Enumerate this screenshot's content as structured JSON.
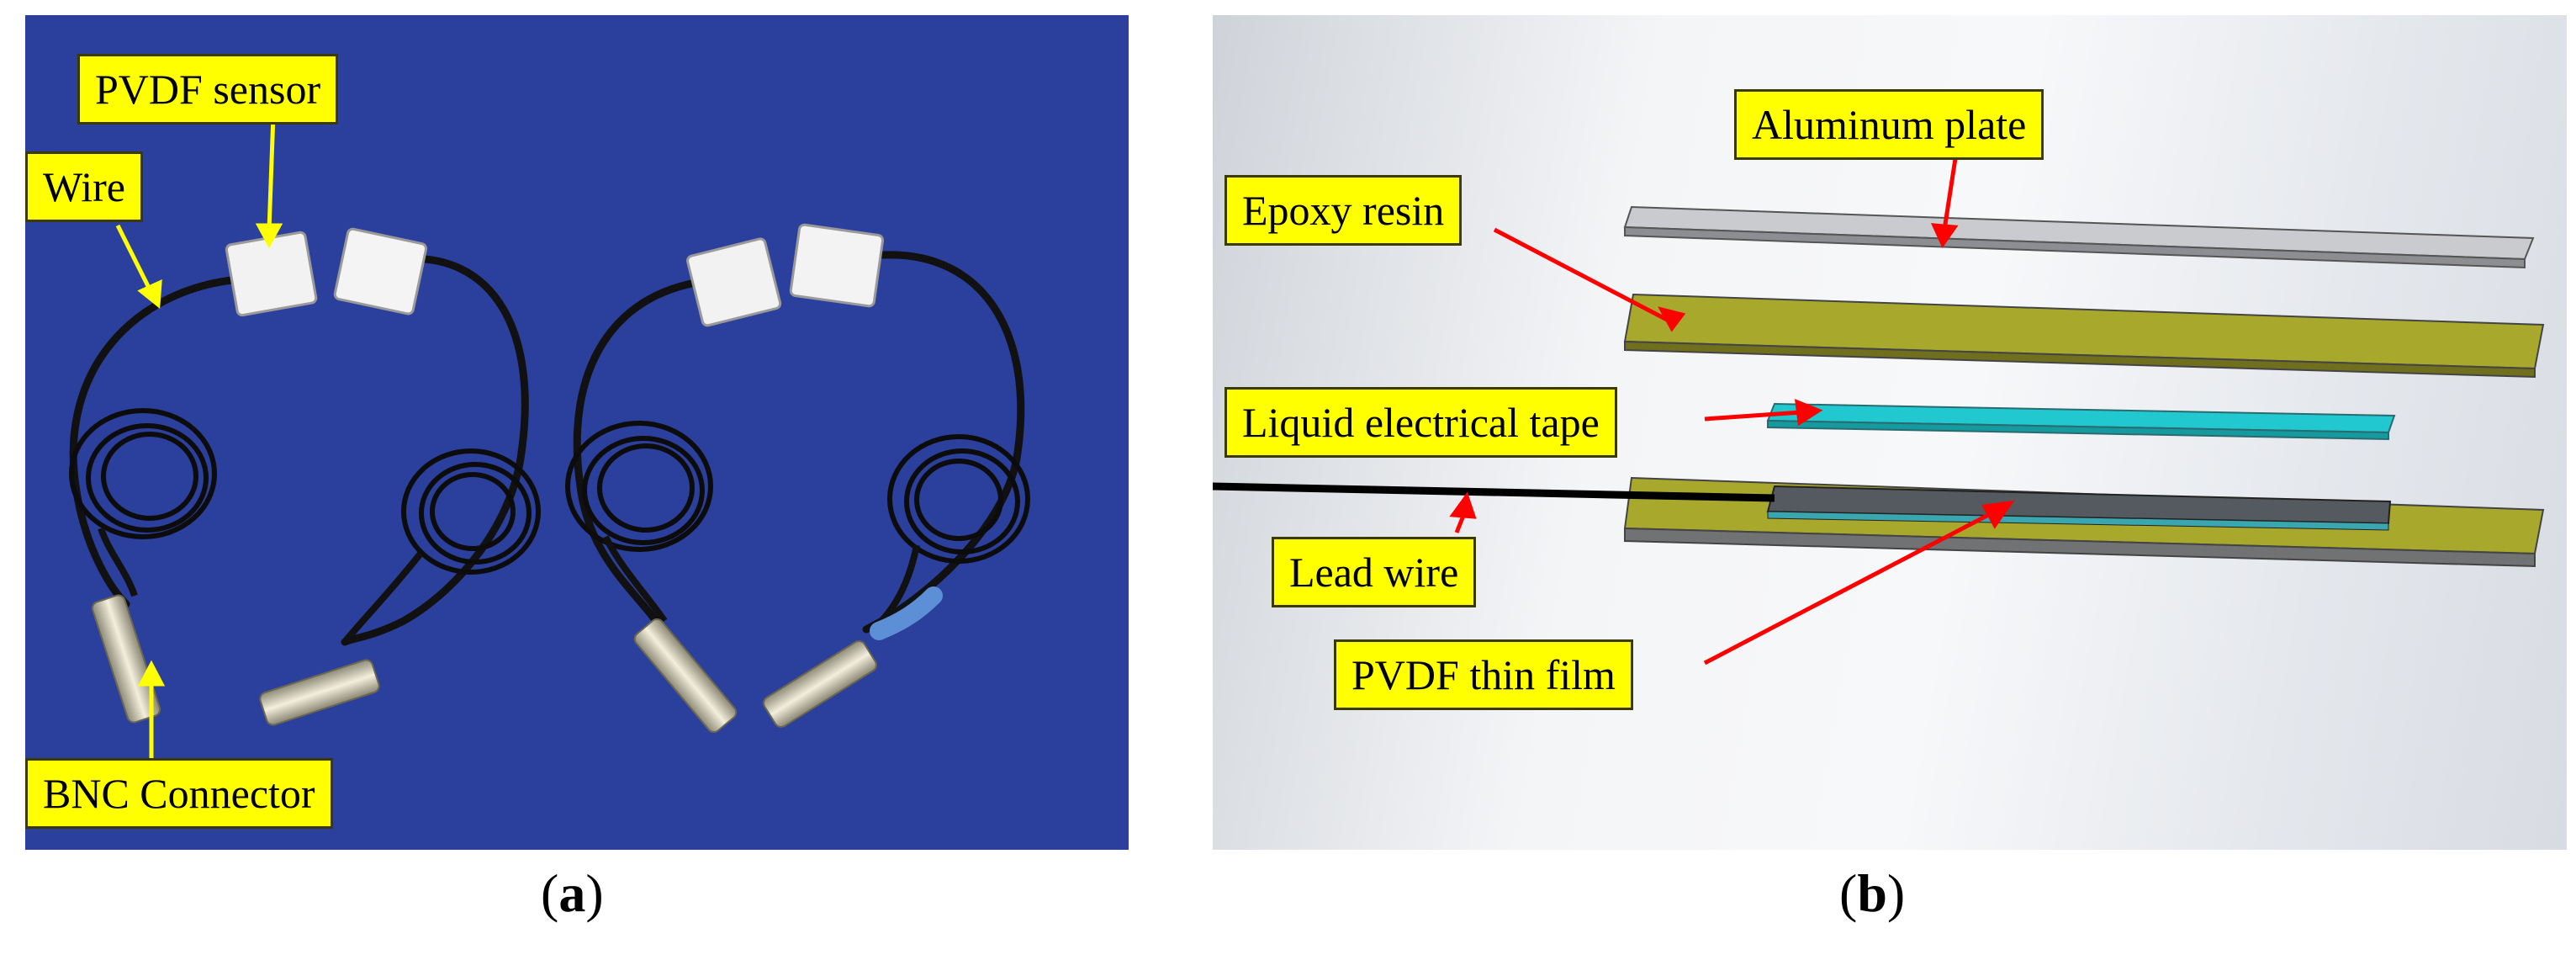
{
  "panel_a": {
    "labels": {
      "pvdf_sensor": "PVDF sensor",
      "wire": "Wire",
      "bnc_connector": "BNC Connector"
    },
    "caption": {
      "open": "(",
      "letter": "a",
      "close": ")"
    }
  },
  "panel_b": {
    "labels": {
      "aluminum_plate": "Aluminum plate",
      "epoxy_resin": "Epoxy resin",
      "liquid_electrical_tape": "Liquid electrical tape",
      "lead_wire": "Lead wire",
      "pvdf_thin_film": "PVDF thin film"
    },
    "caption": {
      "open": "(",
      "letter": "b",
      "close": ")"
    }
  },
  "colors": {
    "label_fill": "#ffff00",
    "pointer_a": "#ffff00",
    "pointer_b": "#ff0000",
    "cloth": "#2b3f9c",
    "aluminum": "#bfc2c6",
    "epoxy": "#a8a82c",
    "tape": "#22c8d0",
    "pvdf_film": "#555a60"
  }
}
